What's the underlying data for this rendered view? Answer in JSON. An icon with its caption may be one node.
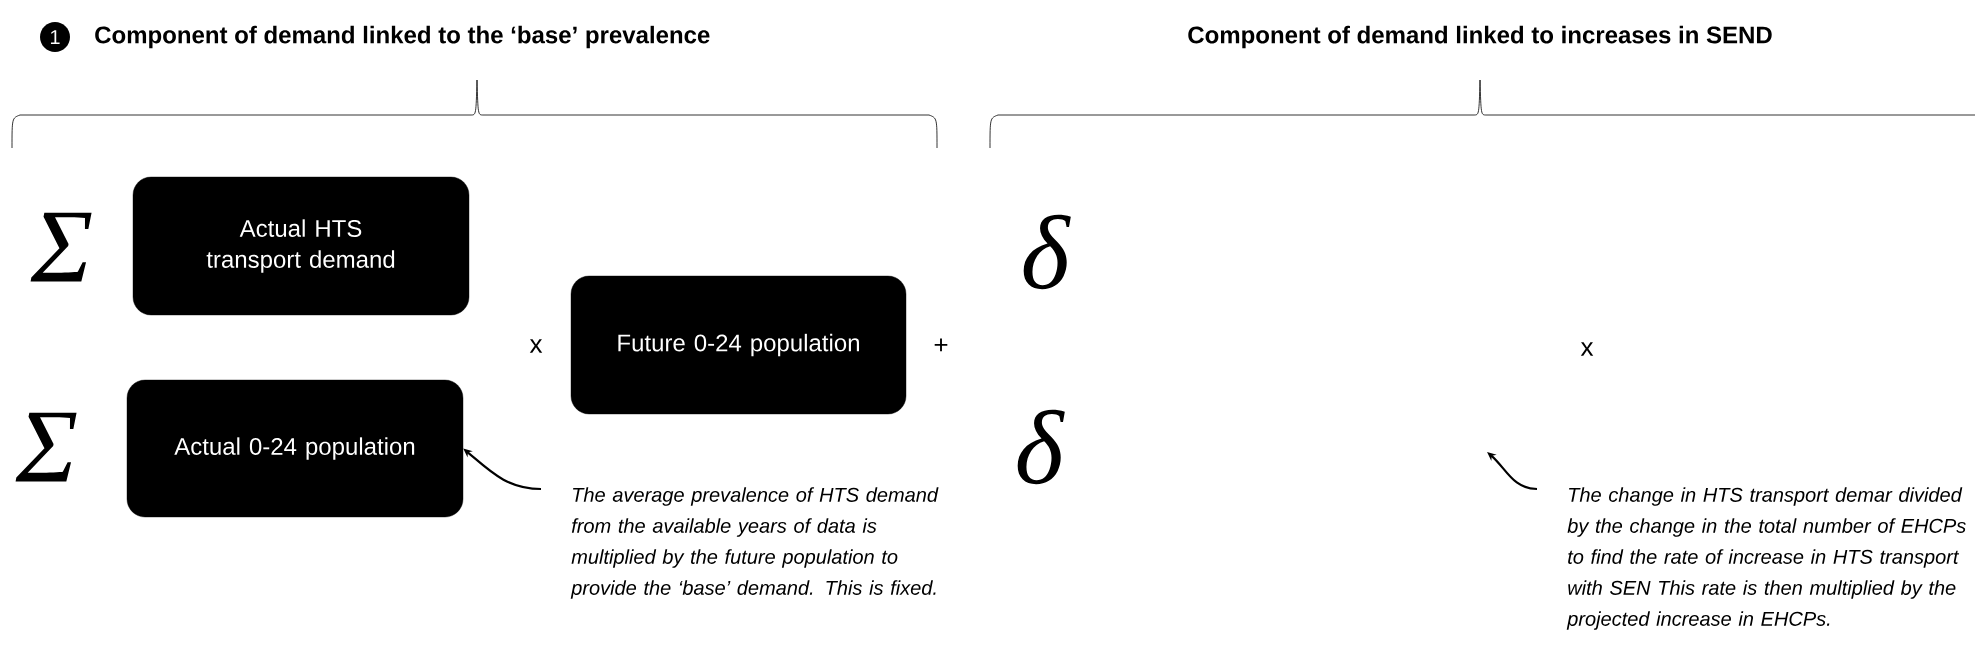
{
  "diagram": {
    "nodes": [
      {
        "text": [
          "1"
        ]
      },
      {
        "text": [
          "Actual HTS transport demand"
        ]
      },
      {
        "text": [
          "Actual 0-24 population"
        ]
      },
      {
        "text": [
          "Future 0-24 population"
        ]
      },
      {
        "text": [
          "The average prevalence of HTS demand from the available years of data is multiplied by the future population to provide the ‘base’ demand. This is fixed."
        ]
      },
      {
        "text": [
          "The change in HTS transport demar divided by the change in the total number of EHCPs to find the rate of increase in HTS transport with SEN This rate is then multiplied by the projected increase in EHCPs."
        ]
      }
    ],
    "edges": [
      {
        "from": 4,
        "to": 2,
        "arrow": "to"
      },
      {
        "from": 5,
        "to": null,
        "arrow": "to"
      }
    ],
    "labels": [
      "Component of demand linked to the ‘base’ prevalence",
      "Component of demand linked to increases in SEND",
      "Σ",
      "x",
      "+",
      "Σ",
      "δ",
      "x",
      "δ"
    ]
  }
}
